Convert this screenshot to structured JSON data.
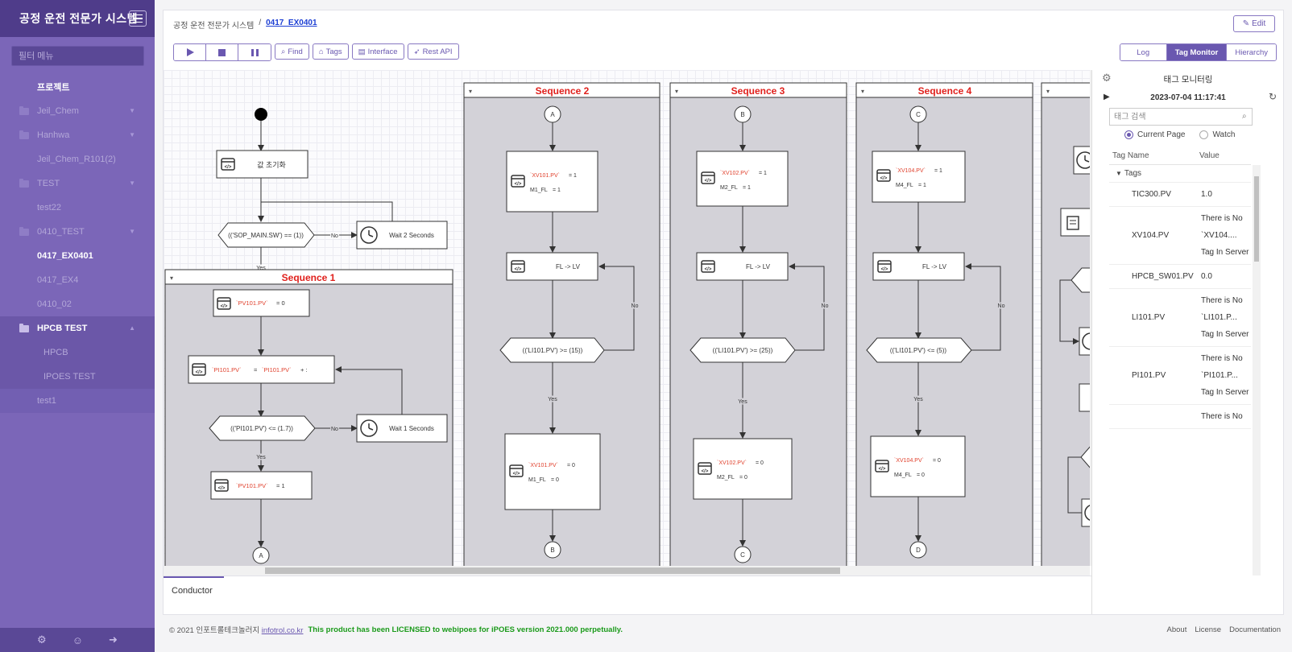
{
  "sidebar": {
    "title": "공정 운전 전문가 시스템",
    "filter_placeholder": "필터 메뉴",
    "root_label": "프로젝트",
    "items": [
      {
        "label": "Jeil_Chem"
      },
      {
        "label": "Hanhwa"
      },
      {
        "label": "Jeil_Chem_R101(2)"
      },
      {
        "label": "TEST"
      },
      {
        "label": "test22"
      },
      {
        "label": "0410_TEST"
      },
      {
        "label": "0417_EX0401"
      },
      {
        "label": "0417_EX4"
      },
      {
        "label": "0410_02"
      },
      {
        "label": "HPCB TEST"
      },
      {
        "label": "HPCB"
      },
      {
        "label": "IPOES TEST"
      },
      {
        "label": "test1"
      }
    ]
  },
  "header": {
    "breadcrumb_root": "공정 운전 전문가 시스템",
    "breadcrumb_sep": "/",
    "breadcrumb_current": "0417_EX0401",
    "edit_label": "Edit"
  },
  "toolbar": {
    "find_label": "Find",
    "tags_label": "Tags",
    "interface_label": "Interface",
    "rest_api_label": "Rest API"
  },
  "view_tabs": {
    "log": "Log",
    "tag_monitor": "Tag Monitor",
    "hierarchy": "Hierarchy"
  },
  "diagram": {
    "init_label": "값 초기화",
    "cond_sop": "(('SOP_MAIN.SW') == (1))",
    "wait2": "Wait 2 Seconds",
    "no": "No",
    "yes": "Yes",
    "seq1_title": "Sequence 1",
    "seq1_set_pv": "`PV101.PV`",
    "seq1_set_pv_val": "= 0",
    "seq1_pi_lhs": "`PI101.PV`",
    "seq1_pi_eq": "=",
    "seq1_pi_rhs": "`PI101.PV`",
    "seq1_pi_tail": "+ :",
    "seq1_cond": "(('PI101.PV') <= (1.7))",
    "wait1": "Wait 1 Seconds",
    "seq1_set_pv2_val": "= 1",
    "conn_a": "A",
    "conn_b": "B",
    "conn_c": "C",
    "conn_d": "D",
    "seq2_title": "Sequence 2",
    "seq3_title": "Sequence 3",
    "seq4_title": "Sequence 4",
    "seq2_xv": "`XV101.PV`",
    "seq2_xv_on": "= 1",
    "seq2_fl": "M1_FL",
    "seq2_fl_on": "= 1",
    "fl_lv": "FL -> LV",
    "seq2_cond": "(('LI101.PV') >= (15))",
    "seq2_xv_off": "= 0",
    "seq2_fl_off": "= 0",
    "seq3_xv": "`XV102.PV`",
    "seq3_fl": "M2_FL",
    "seq3_cond": "(('LI101.PV') >= (25))",
    "seq4_xv": "`XV104.PV`",
    "seq4_fl": "M4_FL",
    "seq4_cond": "(('LI101.PV') <= (5))"
  },
  "bottom_tab": "Conductor",
  "tag_monitor": {
    "title": "태그 모니터링",
    "timestamp": "2023-07-04 11:17:41",
    "search_placeholder": "태그 검색",
    "radio_current": "Current Page",
    "radio_watch": "Watch",
    "col_name": "Tag Name",
    "col_value": "Value",
    "group": "Tags",
    "rows": [
      {
        "name": "TIC300.PV",
        "value": "1.0"
      },
      {
        "name": "XV104.PV",
        "value": "There is No `XV104.... Tag In Server"
      },
      {
        "name": "HPCB_SW01.PV",
        "value": "0.0"
      },
      {
        "name": "LI101.PV",
        "value": "There is No `LI101.P... Tag In Server"
      },
      {
        "name": "PI101.PV",
        "value": "There is No `PI101.P... Tag In Server"
      },
      {
        "name": "",
        "value": "There is No"
      }
    ]
  },
  "footer": {
    "copyright": "© 2021 인포트롤테크놀러지",
    "site": "infotrol.co.kr",
    "license": "This product has been LICENSED to webipoes for iPOES version 2021.000 perpetually.",
    "about": "About",
    "license_link": "License",
    "documentation": "Documentation"
  },
  "colors": {
    "sidebar": "#7b66b8",
    "sidebar_header": "#4f3c8a",
    "accent": "#6a58b0",
    "sequence_title": "#e0201c",
    "license_text": "#1a9a1a"
  }
}
